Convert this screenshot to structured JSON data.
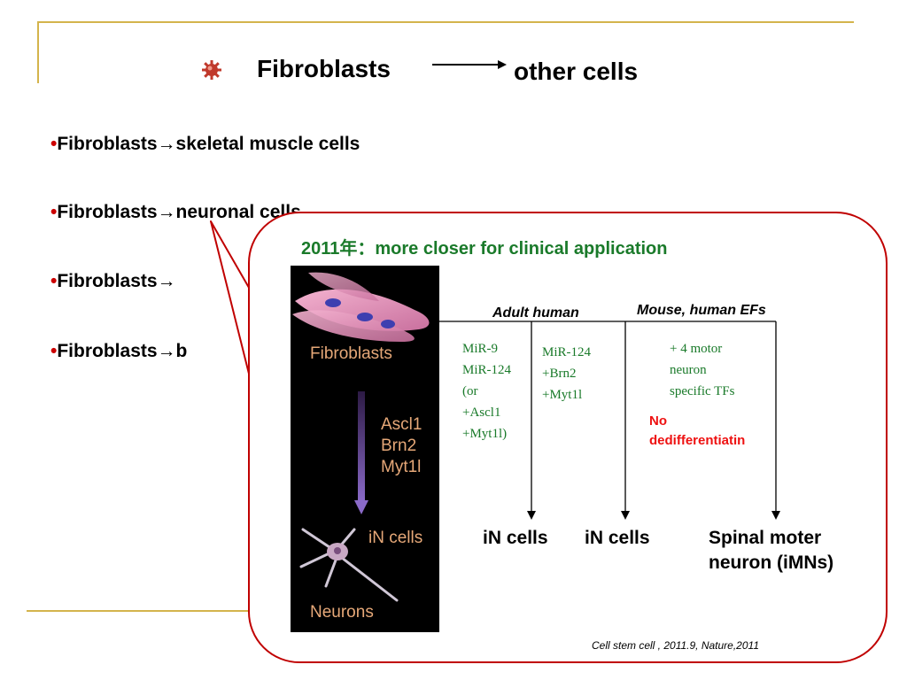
{
  "slide": {
    "title_left": "Fibroblasts",
    "title_right": "other cells"
  },
  "bullets": [
    {
      "marker": "•",
      "text": "Fibroblasts→skeletal muscle cells"
    },
    {
      "marker": "•",
      "text": "Fibroblasts→neuronal cells"
    },
    {
      "marker": "•",
      "text": "Fibroblasts→"
    },
    {
      "marker": "•",
      "text": "Fibroblasts→b"
    }
  ],
  "callout": {
    "title": "2011年：more closer for clinical application",
    "image": {
      "top_label": "Fibroblasts",
      "factors": "Ascl1\nBrn2\nMyt1l",
      "in_cells": "iN cells",
      "bottom_label": "Neurons"
    },
    "labels": {
      "adult_human": "Adult human",
      "mouse_human": "Mouse, human EFs"
    },
    "branch1": "MiR-9\nMiR-124\n(or\n+Ascl1\n+Myt1l)",
    "branch2": "MiR-124\n+Brn2\n+Myt1l",
    "branch3": "+ 4 motor\nneuron\nspecific TFs",
    "note": "No\ndedifferentiatin",
    "results": [
      "iN cells",
      "iN cells",
      "Spinal moter\nneuron (iMNs)"
    ],
    "citation": "Cell stem cell , 2011.9, Nature,2011"
  },
  "colors": {
    "frame_gold": "#d4b44c",
    "callout_border": "#c00000",
    "green_text": "#1a7a2a",
    "note_red": "#ee1111",
    "bullet_red": "#cc0000"
  },
  "icons": [
    "red-gear-icon",
    "right-arrow-icon"
  ]
}
